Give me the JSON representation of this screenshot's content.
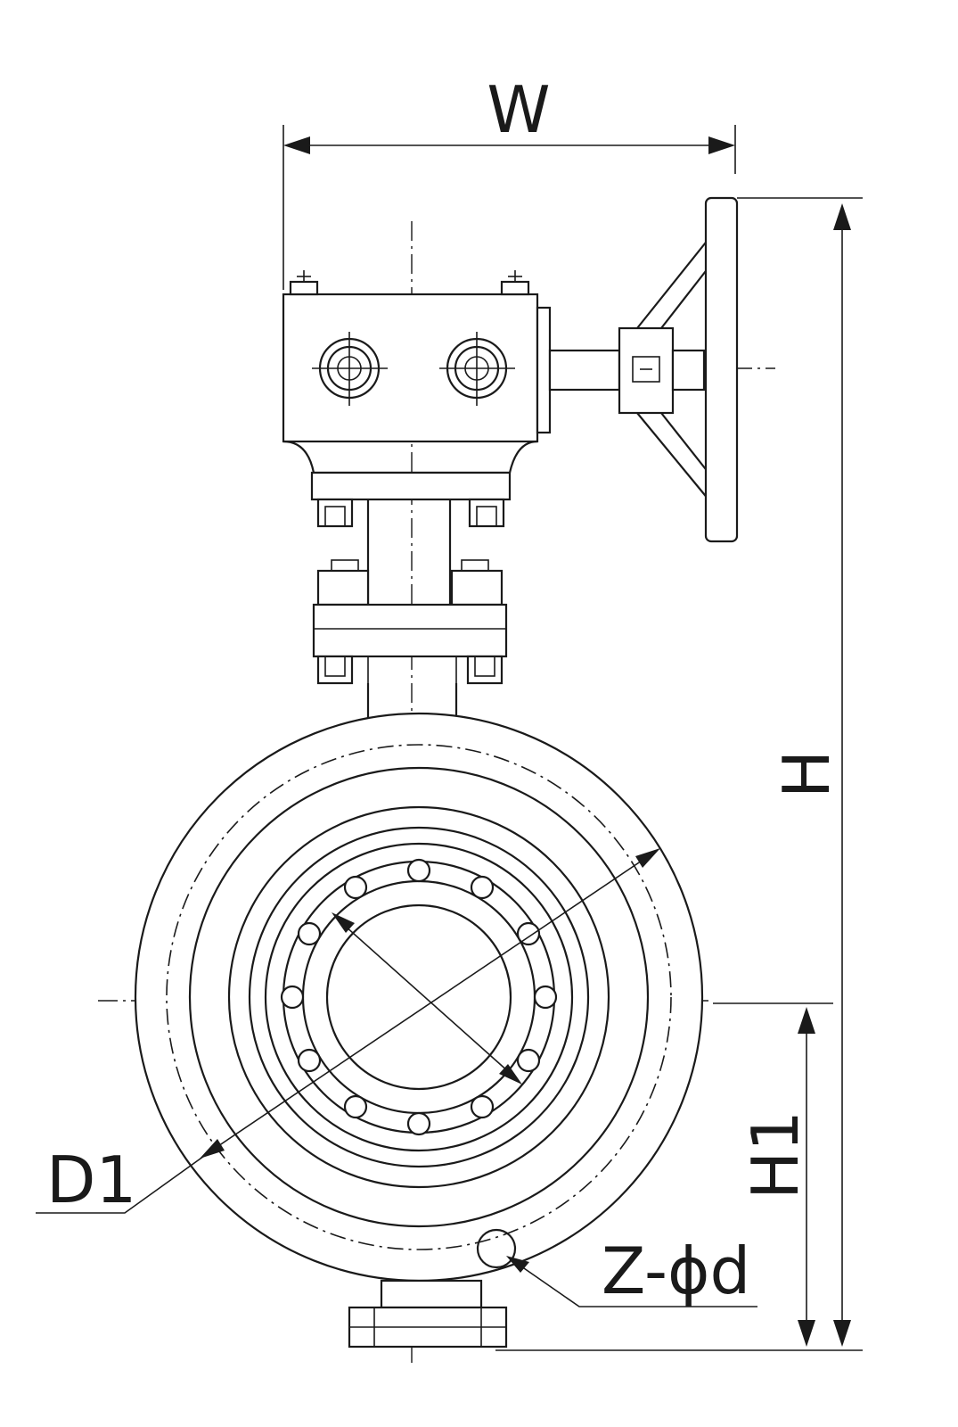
{
  "labels": {
    "width": "W",
    "height": "H",
    "height_1": "H1",
    "diameter_1": "D1",
    "bolt_holes": "Z-ϕd"
  },
  "colors": {
    "line": "#1a1a1a",
    "background": "#ffffff"
  }
}
